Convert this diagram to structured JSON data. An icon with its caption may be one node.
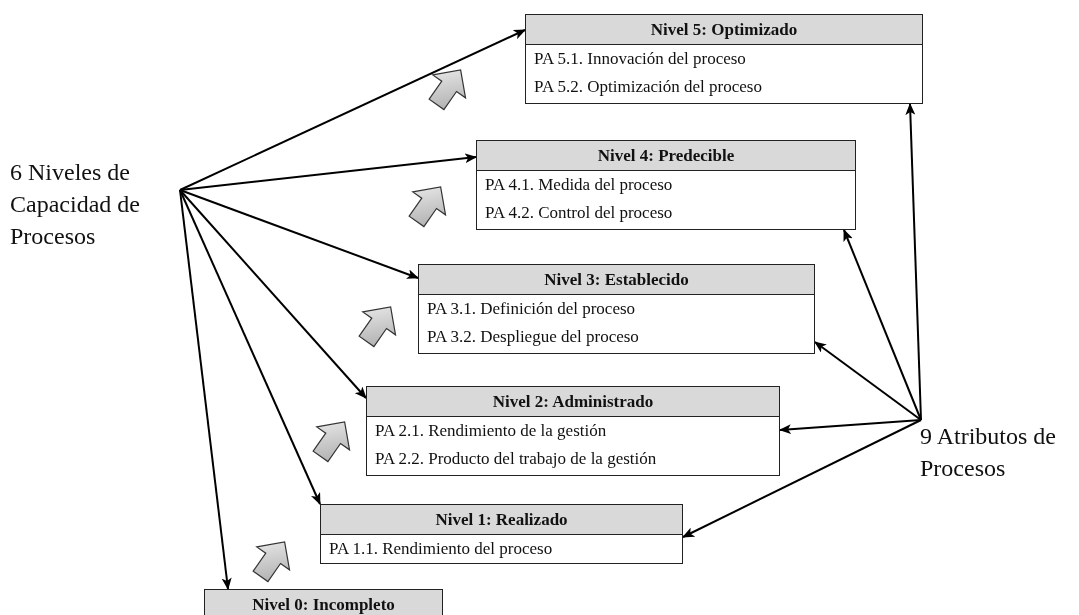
{
  "diagram": {
    "nodes": [
      {
        "text": [
          "6 Niveles de Capacidad de Procesos"
        ]
      },
      {
        "text": [
          "Nivel 5: Optimizado",
          "PA 5.1. Innovación del proceso",
          "PA 5.2. Optimización del proceso"
        ]
      },
      {
        "text": [
          "Nivel 4: Predecible",
          "PA 4.1. Medida del proceso",
          "PA 4.2. Control del proceso"
        ]
      },
      {
        "text": [
          "Nivel 3: Establecido",
          "PA 3.1. Definición del proceso",
          "PA 3.2. Despliegue del proceso"
        ]
      },
      {
        "text": [
          "Nivel 2: Administrado",
          "PA 2.1. Rendimiento de la gestión",
          "PA 2.2. Producto del trabajo de la gestión"
        ]
      },
      {
        "text": [
          "Nivel 1: Realizado",
          "PA 1.1. Rendimiento del proceso"
        ]
      },
      {
        "text": [
          "Nivel 0: Incompleto"
        ]
      },
      {
        "text": [
          "9 Atributos de Procesos"
        ]
      }
    ],
    "edges": [
      {
        "from": 0,
        "to": 1,
        "arrow": "to"
      },
      {
        "from": 0,
        "to": 2,
        "arrow": "to"
      },
      {
        "from": 0,
        "to": 3,
        "arrow": "to"
      },
      {
        "from": 0,
        "to": 4,
        "arrow": "to"
      },
      {
        "from": 0,
        "to": 5,
        "arrow": "to"
      },
      {
        "from": 0,
        "to": 6,
        "arrow": "to"
      },
      {
        "from": 7,
        "to": 1,
        "arrow": "to"
      },
      {
        "from": 7,
        "to": 2,
        "arrow": "to"
      },
      {
        "from": 7,
        "to": 3,
        "arrow": "to"
      },
      {
        "from": 7,
        "to": 4,
        "arrow": "to"
      },
      {
        "from": 7,
        "to": 5,
        "arrow": "to"
      }
    ]
  }
}
